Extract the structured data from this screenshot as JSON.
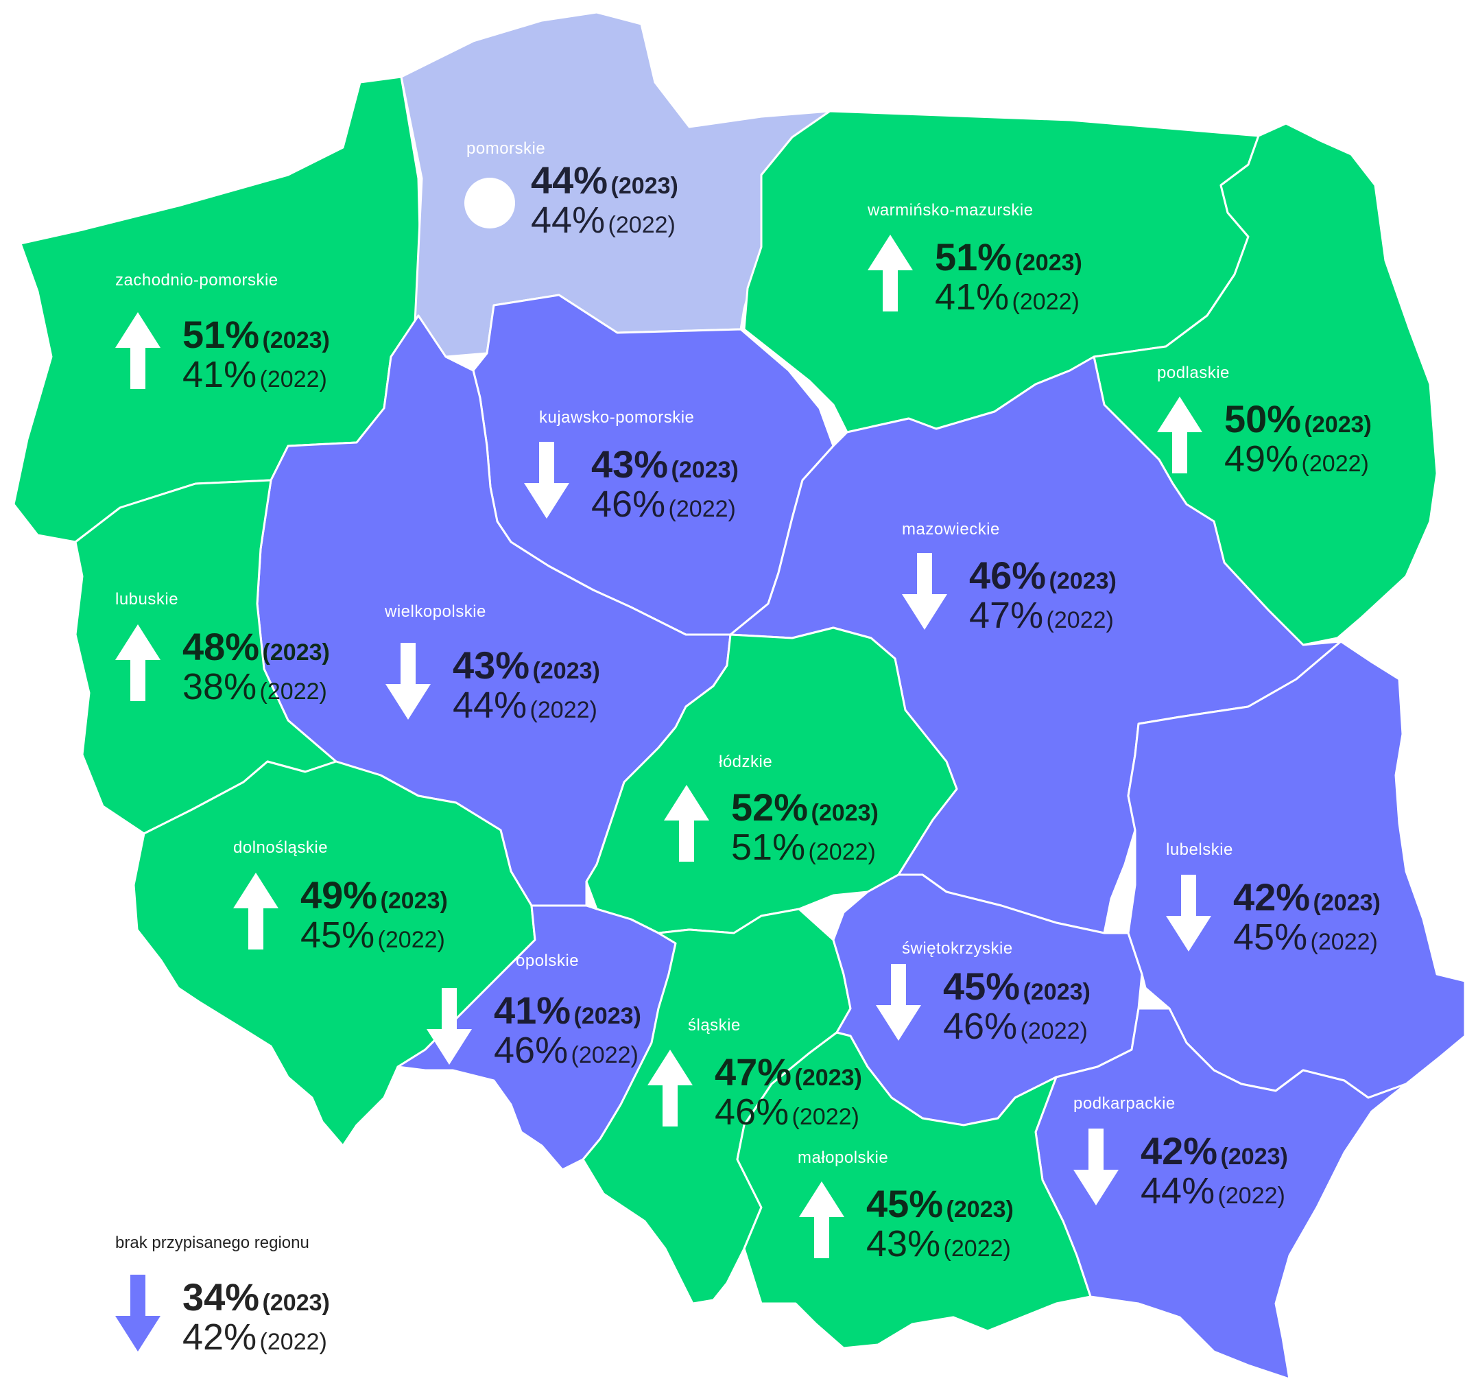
{
  "colors": {
    "up": "#00d977",
    "down": "#6f77fd",
    "flat": "#b5c1f3",
    "up_text": "#0d2a1a",
    "down_text": "#1b1c33",
    "flat_text": "#1f2235",
    "arrow": "#ffffff",
    "legend_arrow": "#6f77fd"
  },
  "legend": {
    "title": "brak przypisanego regionu",
    "value_2023": "34%",
    "label_2023": "(2023)",
    "value_2022": "42%",
    "label_2022": "(2022)",
    "trend": "down"
  },
  "regions": [
    {
      "id": "zachodnio-pomorskie",
      "name": "zachodnio-pomorskie",
      "value_2023": "51%",
      "label_2023": "(2023)",
      "value_2022": "41%",
      "label_2022": "(2022)",
      "trend": "up"
    },
    {
      "id": "pomorskie",
      "name": "pomorskie",
      "value_2023": "44%",
      "label_2023": "(2023)",
      "value_2022": "44%",
      "label_2022": "(2022)",
      "trend": "flat"
    },
    {
      "id": "warminsko-mazurskie",
      "name": "warmińsko-mazurskie",
      "value_2023": "51%",
      "label_2023": "(2023)",
      "value_2022": "41%",
      "label_2022": "(2022)",
      "trend": "up"
    },
    {
      "id": "podlaskie",
      "name": "podlaskie",
      "value_2023": "50%",
      "label_2023": "(2023)",
      "value_2022": "49%",
      "label_2022": "(2022)",
      "trend": "up"
    },
    {
      "id": "kujawsko-pomorskie",
      "name": "kujawsko-pomorskie",
      "value_2023": "43%",
      "label_2023": "(2023)",
      "value_2022": "46%",
      "label_2022": "(2022)",
      "trend": "down"
    },
    {
      "id": "wielkopolskie",
      "name": "wielkopolskie",
      "value_2023": "43%",
      "label_2023": "(2023)",
      "value_2022": "44%",
      "label_2022": "(2022)",
      "trend": "down"
    },
    {
      "id": "lubuskie",
      "name": "lubuskie",
      "value_2023": "48%",
      "label_2023": "(2023)",
      "value_2022": "38%",
      "label_2022": "(2022)",
      "trend": "up"
    },
    {
      "id": "mazowieckie",
      "name": "mazowieckie",
      "value_2023": "46%",
      "label_2023": "(2023)",
      "value_2022": "47%",
      "label_2022": "(2022)",
      "trend": "down"
    },
    {
      "id": "lodzkie",
      "name": "łódzkie",
      "value_2023": "52%",
      "label_2023": "(2023)",
      "value_2022": "51%",
      "label_2022": "(2022)",
      "trend": "up"
    },
    {
      "id": "dolnoslaskie",
      "name": "dolnośląskie",
      "value_2023": "49%",
      "label_2023": "(2023)",
      "value_2022": "45%",
      "label_2022": "(2022)",
      "trend": "up"
    },
    {
      "id": "opolskie",
      "name": "opolskie",
      "value_2023": "41%",
      "label_2023": "(2023)",
      "value_2022": "46%",
      "label_2022": "(2022)",
      "trend": "down"
    },
    {
      "id": "slaskie",
      "name": "śląskie",
      "value_2023": "47%",
      "label_2023": "(2023)",
      "value_2022": "46%",
      "label_2022": "(2022)",
      "trend": "up"
    },
    {
      "id": "swietokrzyskie",
      "name": "świętokrzyskie",
      "value_2023": "45%",
      "label_2023": "(2023)",
      "value_2022": "46%",
      "label_2022": "(2022)",
      "trend": "down"
    },
    {
      "id": "lubelskie",
      "name": "lubelskie",
      "value_2023": "42%",
      "label_2023": "(2023)",
      "value_2022": "45%",
      "label_2022": "(2022)",
      "trend": "down"
    },
    {
      "id": "podkarpackie",
      "name": "podkarpackie",
      "value_2023": "42%",
      "label_2023": "(2023)",
      "value_2022": "44%",
      "label_2022": "(2022)",
      "trend": "down"
    },
    {
      "id": "malopolskie",
      "name": "małopolskie",
      "value_2023": "45%",
      "label_2023": "(2023)",
      "value_2022": "43%",
      "label_2022": "(2022)",
      "trend": "up"
    }
  ]
}
